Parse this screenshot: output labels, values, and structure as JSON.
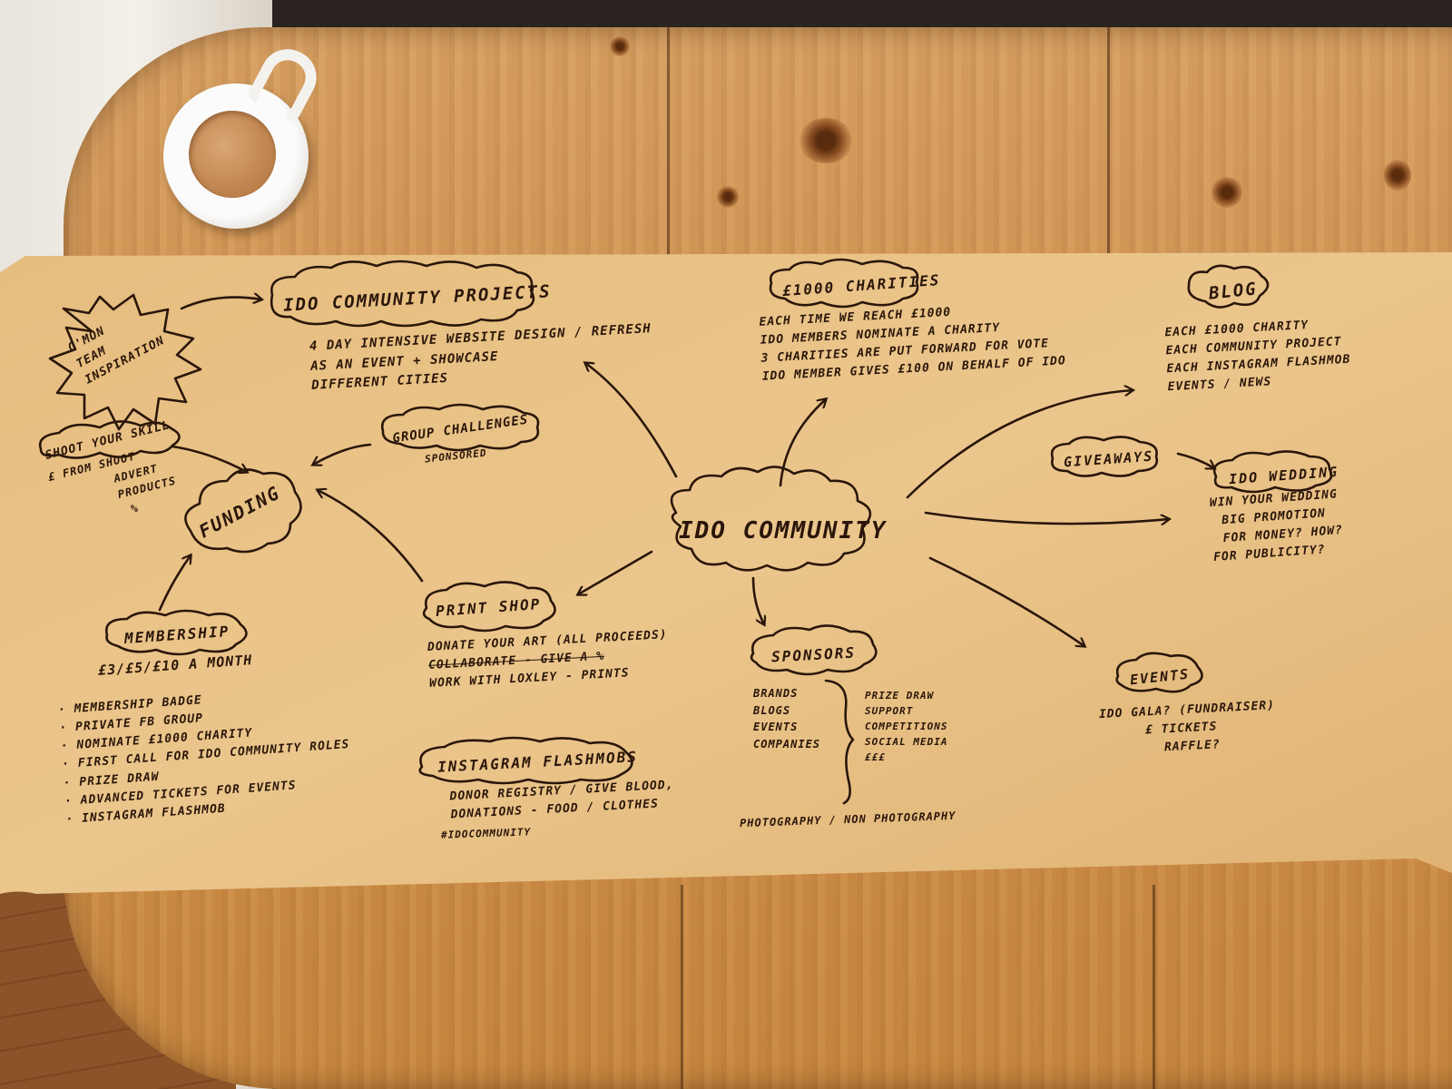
{
  "mindmap": {
    "center": "IDo Community",
    "inspiration": [
      "C'MON",
      "TEAM",
      "INSPIRATION"
    ],
    "community_projects": {
      "title": "IDo Community Projects",
      "lines": [
        "4 DAY INTENSIVE WEBSITE DESIGN / REFRESH",
        "AS AN EVENT + SHOWCASE",
        "DIFFERENT CITIES"
      ]
    },
    "charities": {
      "title": "£1000 Charities",
      "lines": [
        "EACH TIME WE REACH £1000",
        "IDO MEMBERS NOMINATE A CHARITY",
        "3 CHARITIES ARE PUT FORWARD FOR VOTE",
        "IDO MEMBER GIVES £100 ON BEHALF OF IDO"
      ]
    },
    "blog": {
      "title": "Blog",
      "lines": [
        "EACH £1000 CHARITY",
        "EACH COMMUNITY PROJECT",
        "EACH INSTAGRAM FLASHMOB",
        "EVENTS / NEWS"
      ]
    },
    "shoot_skill": {
      "title": "SHOOT YOUR SKILL",
      "lines": [
        "£ FROM SHOOT",
        "ADVERT",
        "PRODUCTS",
        "%"
      ]
    },
    "group_challenges": {
      "title": "GROUP CHALLENGES",
      "sub": "SPONSORED"
    },
    "funding": "FUNDING",
    "giveaways": "GIVEAWAYS",
    "wedding": {
      "title": "IDo WEDDING",
      "lines": [
        "WIN YOUR WEDDING",
        "BIG PROMOTION",
        "FOR MONEY? HOW?",
        "FOR PUBLICITY?"
      ]
    },
    "membership": {
      "title": "MEMBERSHIP",
      "price": "£3/£5/£10 A MONTH",
      "bullets": [
        "MEMBERSHIP BADGE",
        "PRIVATE FB GROUP",
        "NOMINATE £1000 CHARITY",
        "FIRST CALL FOR IDO COMMUNITY ROLES",
        "PRIZE DRAW",
        "ADVANCED TICKETS FOR EVENTS",
        "INSTAGRAM FLASHMOB"
      ]
    },
    "print_shop": {
      "title": "PRINT SHOP",
      "line1": "DONATE YOUR ART (ALL PROCEEDS)",
      "struck": "COLLABORATE - GIVE A %",
      "line3": "WORK WITH LOXLEY - PRINTS"
    },
    "flashmobs": {
      "title": "INSTAGRAM FLASHMOBS",
      "line1": "DONOR REGISTRY / GIVE BLOOD,",
      "line2": "DONATIONS - FOOD / CLOTHES",
      "tag": "#IDOCOMMUNITY"
    },
    "sponsors": {
      "title": "SPONSORS",
      "left": [
        "BRANDS",
        "BLOGS",
        "EVENTS",
        "COMPANIES"
      ],
      "right": [
        "PRIZE DRAW",
        "SUPPORT",
        "COMPETITIONS",
        "SOCIAL MEDIA",
        "£££"
      ],
      "footer": "PHOTOGRAPHY / NON PHOTOGRAPHY"
    },
    "events": {
      "title": "EVENTS",
      "lines": [
        "IDO GALA? (FUNDRAISER)",
        "£ TICKETS",
        "RAFFLE?"
      ]
    }
  },
  "colors": {
    "ink": "#2a160a",
    "paper": "#e9c184",
    "table": "#cf9250",
    "mug": "#f4f2ee",
    "coffee": "#c48a52"
  },
  "icons": [
    "coffee-mug-icon",
    "cloud-bubble",
    "starburst-bubble",
    "arrow"
  ]
}
